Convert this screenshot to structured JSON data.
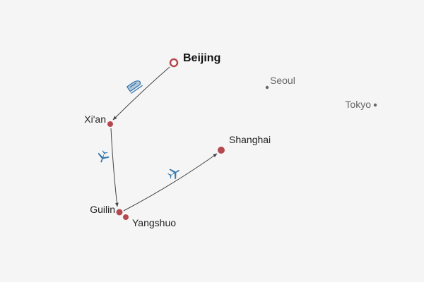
{
  "cities": {
    "beijing": {
      "name": "Beijing",
      "role": "origin"
    },
    "xian": {
      "name": "Xi'an"
    },
    "guilin": {
      "name": "Guilin"
    },
    "yangshuo": {
      "name": "Yangshuo"
    },
    "shanghai": {
      "name": "Shanghai"
    },
    "seoul": {
      "name": "Seoul"
    },
    "tokyo": {
      "name": "Tokyo"
    }
  },
  "routes": [
    {
      "from": "Beijing",
      "to": "Xi'an",
      "mode": "train-icon"
    },
    {
      "from": "Xi'an",
      "to": "Guilin",
      "mode": "plane-icon"
    },
    {
      "from": "Guilin",
      "to": "Shanghai",
      "mode": "plane-icon"
    }
  ],
  "colors": {
    "route_city": "#b5484f",
    "other_city": "#666666",
    "icon": "#3a78ad",
    "background": "#f5f5f5"
  }
}
